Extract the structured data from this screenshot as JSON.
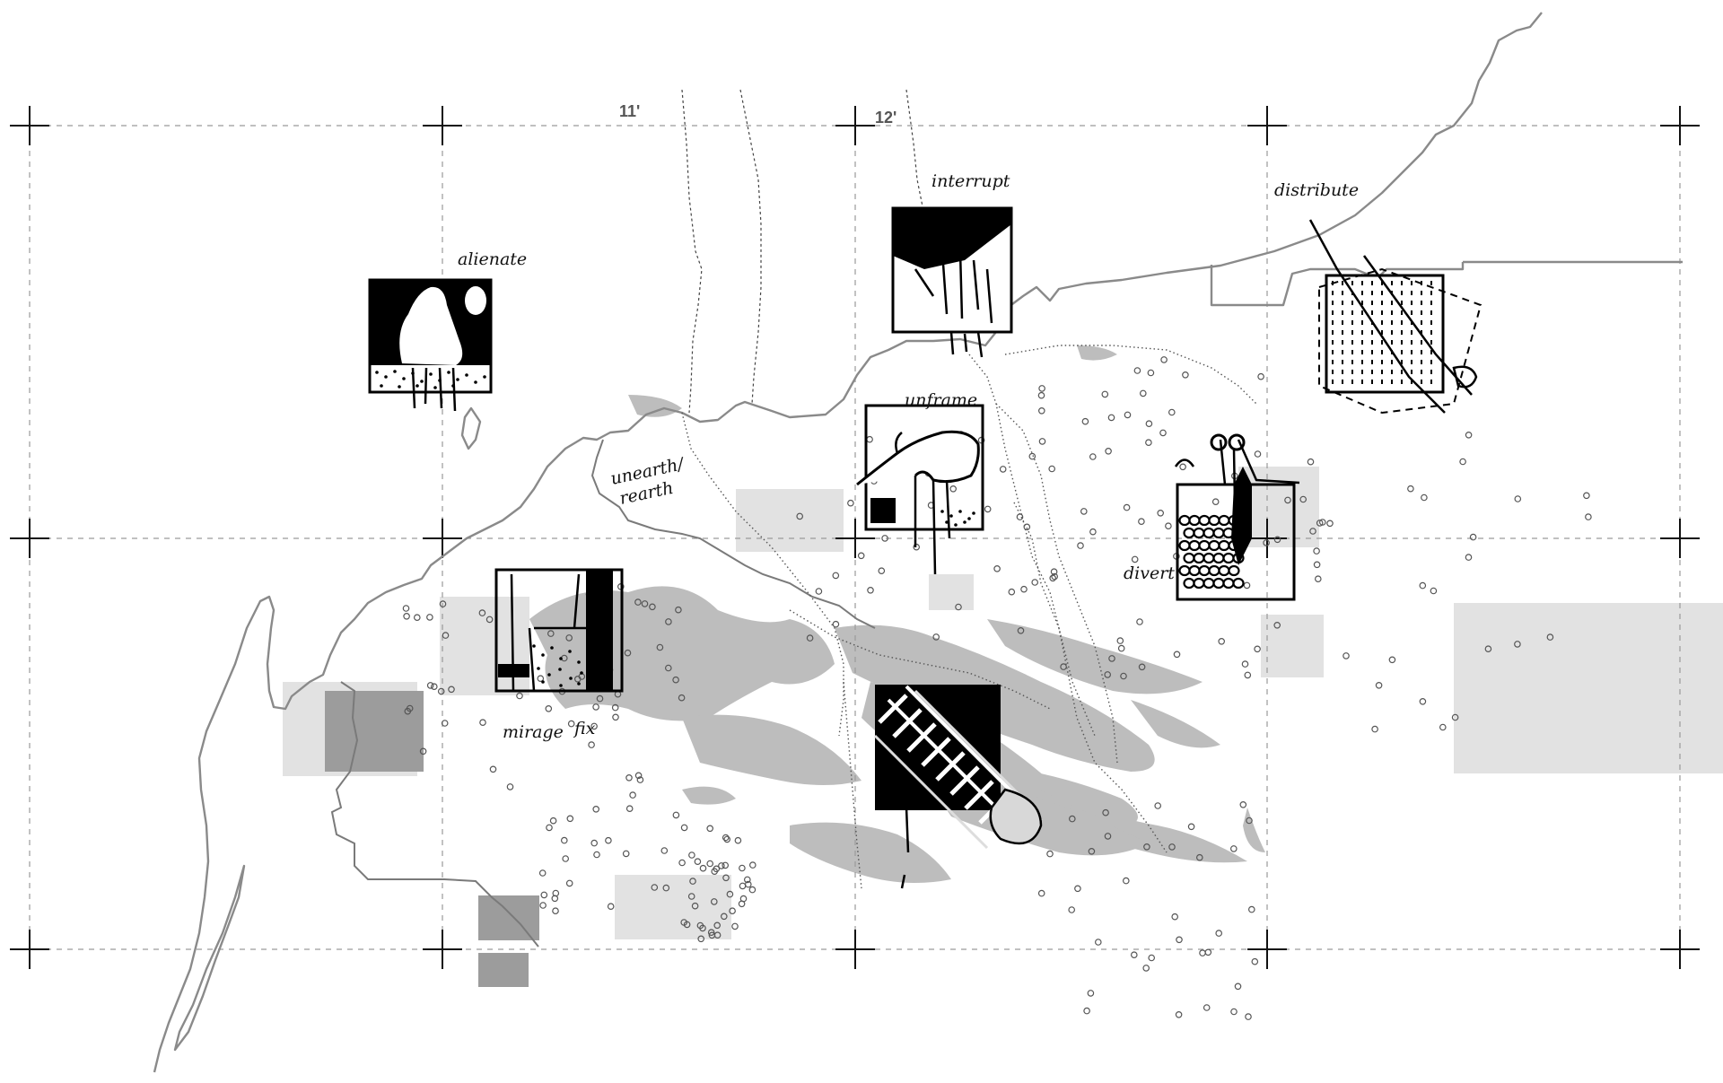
{
  "grid": {
    "labels": [
      "11'",
      "12'"
    ]
  },
  "annotations": {
    "alienate": "alienate",
    "interrupt": "interrupt",
    "distribute": "distribute",
    "unframe": "unframe",
    "unearth_line1": "unearth/",
    "unearth_line2": "rearth",
    "divert": "divert",
    "mirage": "mirage",
    "mirage_suffix": "fix"
  },
  "colors": {
    "ink": "#000000",
    "coastline": "#8a8a8a",
    "wetland": "#bdbdbd",
    "parcel": "#e2e2e2",
    "grid": "#9a9a9a"
  }
}
